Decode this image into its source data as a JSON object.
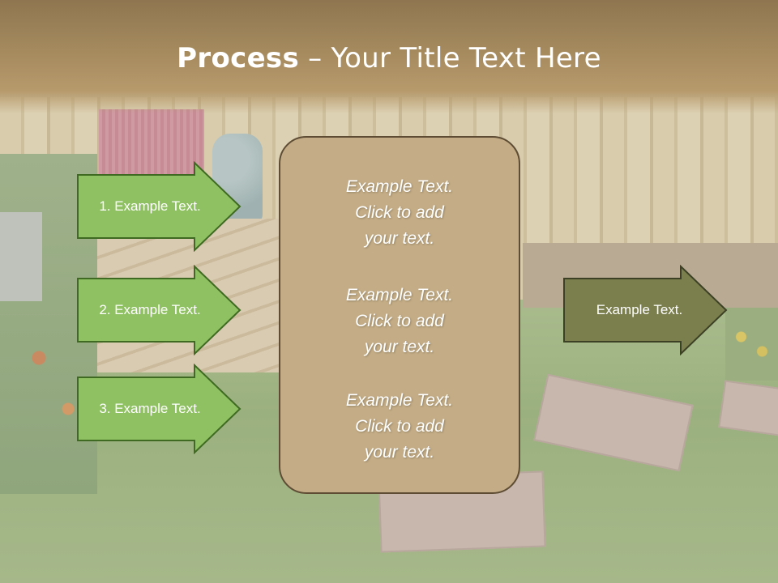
{
  "slide": {
    "title_bold": "Process",
    "title_rest": " – Your Title Text Here",
    "colors": {
      "title_bar": "#a58a5e",
      "left_arrow_fill": "#8fc163",
      "left_arrow_stroke": "#3f6a22",
      "right_arrow_fill": "#7b7f4e",
      "right_arrow_stroke": "#3c4024",
      "panel_fill": "#c4ad86",
      "panel_border": "#5e4d34"
    }
  },
  "arrows": {
    "left": [
      {
        "label": "1. Example Text."
      },
      {
        "label": "2. Example Text."
      },
      {
        "label": "3. Example Text."
      }
    ],
    "right": {
      "label": "Example Text."
    }
  },
  "panel": {
    "blocks": [
      {
        "text": "Example Text.\nClick  to add\nyour text."
      },
      {
        "text": "Example Text.\nClick  to add\nyour text."
      },
      {
        "text": "Example Text.\nClick  to add\nyour text."
      }
    ]
  }
}
